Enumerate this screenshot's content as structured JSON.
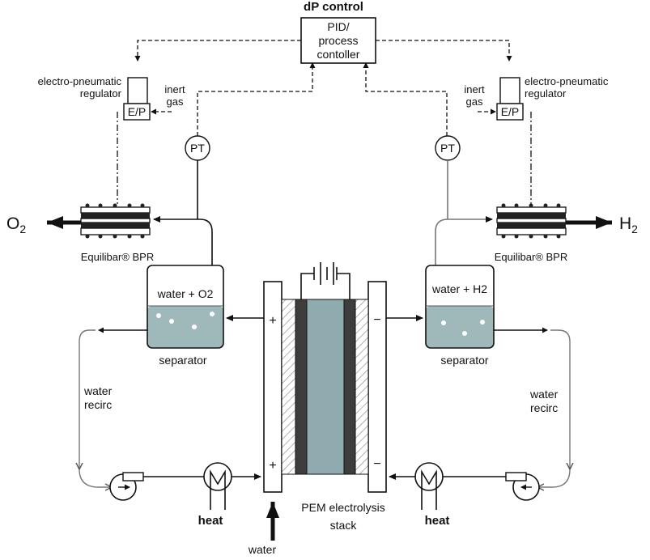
{
  "labels": {
    "dp_control": "dP control",
    "controller_line1": "PID/",
    "controller_line2": "process",
    "controller_line3": "contoller",
    "regulator_left_line1": "electro-pneumatic",
    "regulator_left_line2": "regulator",
    "regulator_right_line1": "electro-pneumatic",
    "regulator_right_line2": "regulator",
    "ep": "E/P",
    "inert_line1": "inert",
    "inert_line2": "gas",
    "pt": "PT",
    "o2_main": "O",
    "o2_sub": "2",
    "h2_main": "H",
    "h2_sub": "2",
    "bpr_left": "Equilibar® BPR",
    "bpr_right": "Equilibar® BPR",
    "sep_left_content": "water + O2",
    "sep_right_content": "water + H2",
    "separator": "separator",
    "water_recirc_line1": "water",
    "water_recirc_line2": "recirc",
    "heat": "heat",
    "stack_line1": "PEM electrolysis",
    "stack_line2": "stack",
    "water_inlet": "water",
    "plus": "+",
    "minus": "−"
  },
  "colors": {
    "membrane": "#8fabaf",
    "liquid": "#9fb8ba",
    "electrode": "#3d3d3d",
    "gray_line": "#777777"
  }
}
